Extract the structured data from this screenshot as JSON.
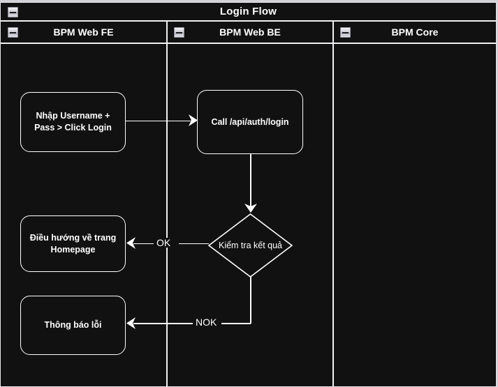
{
  "diagram": {
    "title": "Login Flow",
    "collapse_icon": "minus-box-icon",
    "colors": {
      "background": "#111112",
      "stroke": "#ffffff",
      "page": "#d2d2d6",
      "text": "#ffffff"
    },
    "lanes": [
      {
        "id": "fe",
        "label": "BPM Web FE"
      },
      {
        "id": "be",
        "label": "BPM Web BE"
      },
      {
        "id": "core",
        "label": "BPM Core"
      }
    ],
    "nodes": [
      {
        "id": "input-credentials",
        "lane": "fe",
        "shape": "rounded-rect",
        "label": "Nhập Username + Pass > Click Login"
      },
      {
        "id": "call-login-api",
        "lane": "be",
        "shape": "rounded-rect",
        "label": "Call /api/auth/login"
      },
      {
        "id": "check-result",
        "lane": "be",
        "shape": "diamond",
        "label": "Kiểm tra kết quả"
      },
      {
        "id": "redirect-homepage",
        "lane": "fe",
        "shape": "rounded-rect",
        "label": "Điều hướng về trang Homepage"
      },
      {
        "id": "show-error",
        "lane": "fe",
        "shape": "rounded-rect",
        "label": "Thông báo lỗi"
      }
    ],
    "edges": [
      {
        "id": "e1",
        "from": "input-credentials",
        "to": "call-login-api",
        "label": ""
      },
      {
        "id": "e2",
        "from": "call-login-api",
        "to": "check-result",
        "label": ""
      },
      {
        "id": "e3",
        "from": "check-result",
        "to": "redirect-homepage",
        "label": "OK"
      },
      {
        "id": "e4",
        "from": "check-result",
        "to": "show-error",
        "label": "NOK"
      }
    ]
  }
}
